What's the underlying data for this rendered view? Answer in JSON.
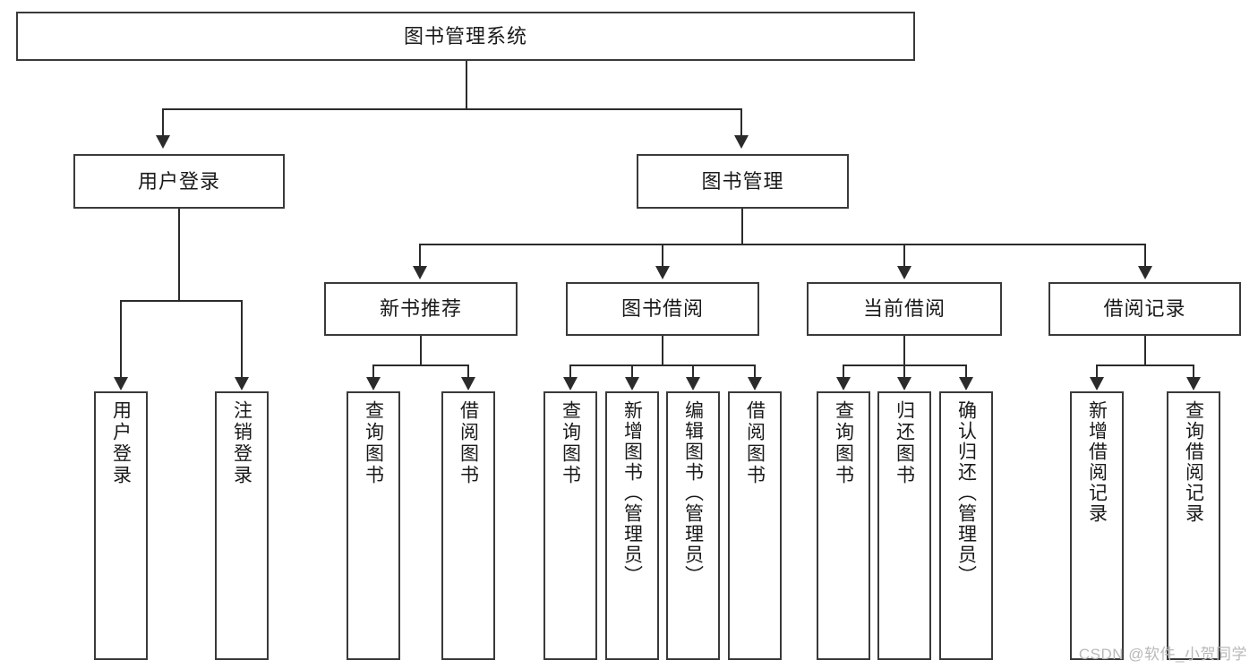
{
  "diagram": {
    "title": "图书管理系统",
    "type": "tree",
    "root": {
      "label": "图书管理系统"
    },
    "level2": [
      {
        "label": "用户登录"
      },
      {
        "label": "图书管理"
      }
    ],
    "level3": [
      {
        "label": "新书推荐"
      },
      {
        "label": "图书借阅"
      },
      {
        "label": "当前借阅"
      },
      {
        "label": "借阅记录"
      }
    ],
    "leaves": {
      "user_login": [
        {
          "label": "用户登录"
        },
        {
          "label": "注销登录"
        }
      ],
      "new_book_recommend": [
        {
          "label": "查询图书"
        },
        {
          "label": "借阅图书"
        }
      ],
      "book_borrow": [
        {
          "label": "查询图书"
        },
        {
          "label": "新增图书（管理员）"
        },
        {
          "label": "编辑图书（管理员）"
        },
        {
          "label": "借阅图书"
        }
      ],
      "current_borrow": [
        {
          "label": "查询图书"
        },
        {
          "label": "归还图书"
        },
        {
          "label": "确认归还（管理员）"
        }
      ],
      "borrow_record": [
        {
          "label": "新增借阅记录"
        },
        {
          "label": "查询借阅记录"
        }
      ]
    }
  },
  "watermark": {
    "text": "CSDN @软件_小贺同学"
  },
  "colors": {
    "stroke": "#3a3a3a",
    "connector": "#2b2b2b",
    "background": "#ffffff",
    "text": "#1a1a1a",
    "watermark": "#b9b9b9"
  }
}
